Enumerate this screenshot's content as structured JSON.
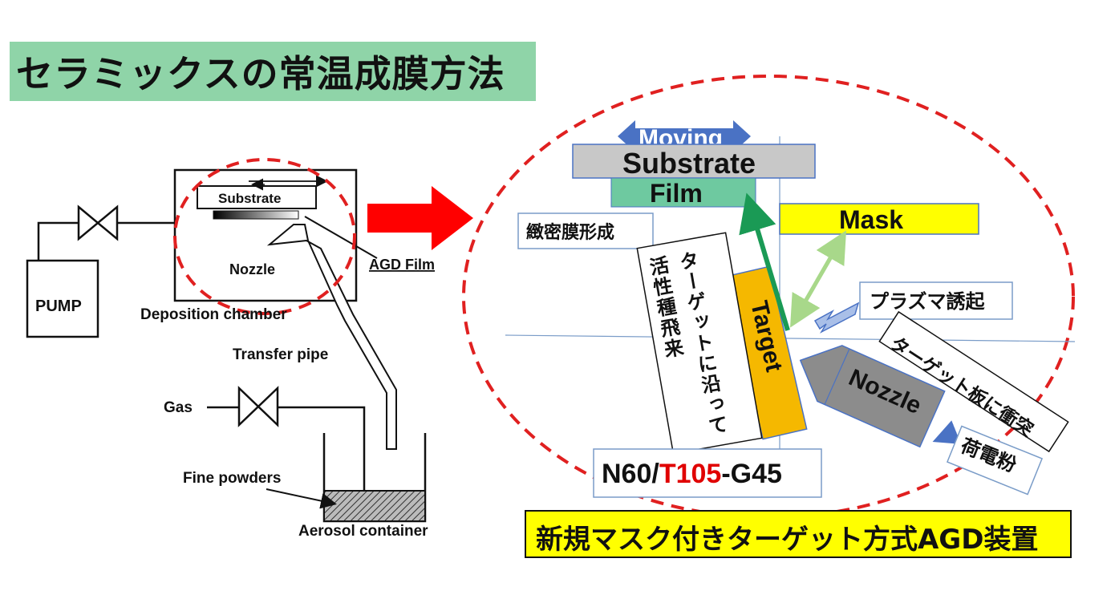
{
  "title": "セラミックスの常温成膜方法",
  "left_diagram": {
    "substrate": "Substrate",
    "agd_film": "AGD Film",
    "nozzle": "Nozzle",
    "pump": "PUMP",
    "deposition_chamber": "Deposition chamber",
    "transfer_pipe": "Transfer pipe",
    "gas": "Gas",
    "fine_powders": "Fine powders",
    "aerosol_container": "Aerosol container"
  },
  "right_diagram": {
    "moving": "Moving",
    "substrate": "Substrate",
    "film": "Film",
    "mask": "Mask",
    "target": "Target",
    "nozzle": "Nozzle",
    "dense_film": "緻密膜形成",
    "active_species": "ターゲットに沿って活性種飛来",
    "plasma": "プラズマ誘起",
    "collision": "ターゲット板に衝突",
    "charged_powder": "荷電粉"
  },
  "model_code": {
    "part1": "N60/",
    "part2": "T105",
    "part3": "-G45"
  },
  "bottom_banner": "新規マスク付きターゲット方式AGD装置",
  "colors": {
    "title_bg": "#8fd4a8",
    "arrow_red": "#ff0000",
    "dashed_red": "#e02020",
    "substrate_gray": "#c8c8c8",
    "film_green": "#6ec9a0",
    "mask_yellow": "#ffff00",
    "target_orange": "#f5b800",
    "nozzle_gray": "#8c8c8c",
    "moving_blue": "#4a72c4"
  }
}
